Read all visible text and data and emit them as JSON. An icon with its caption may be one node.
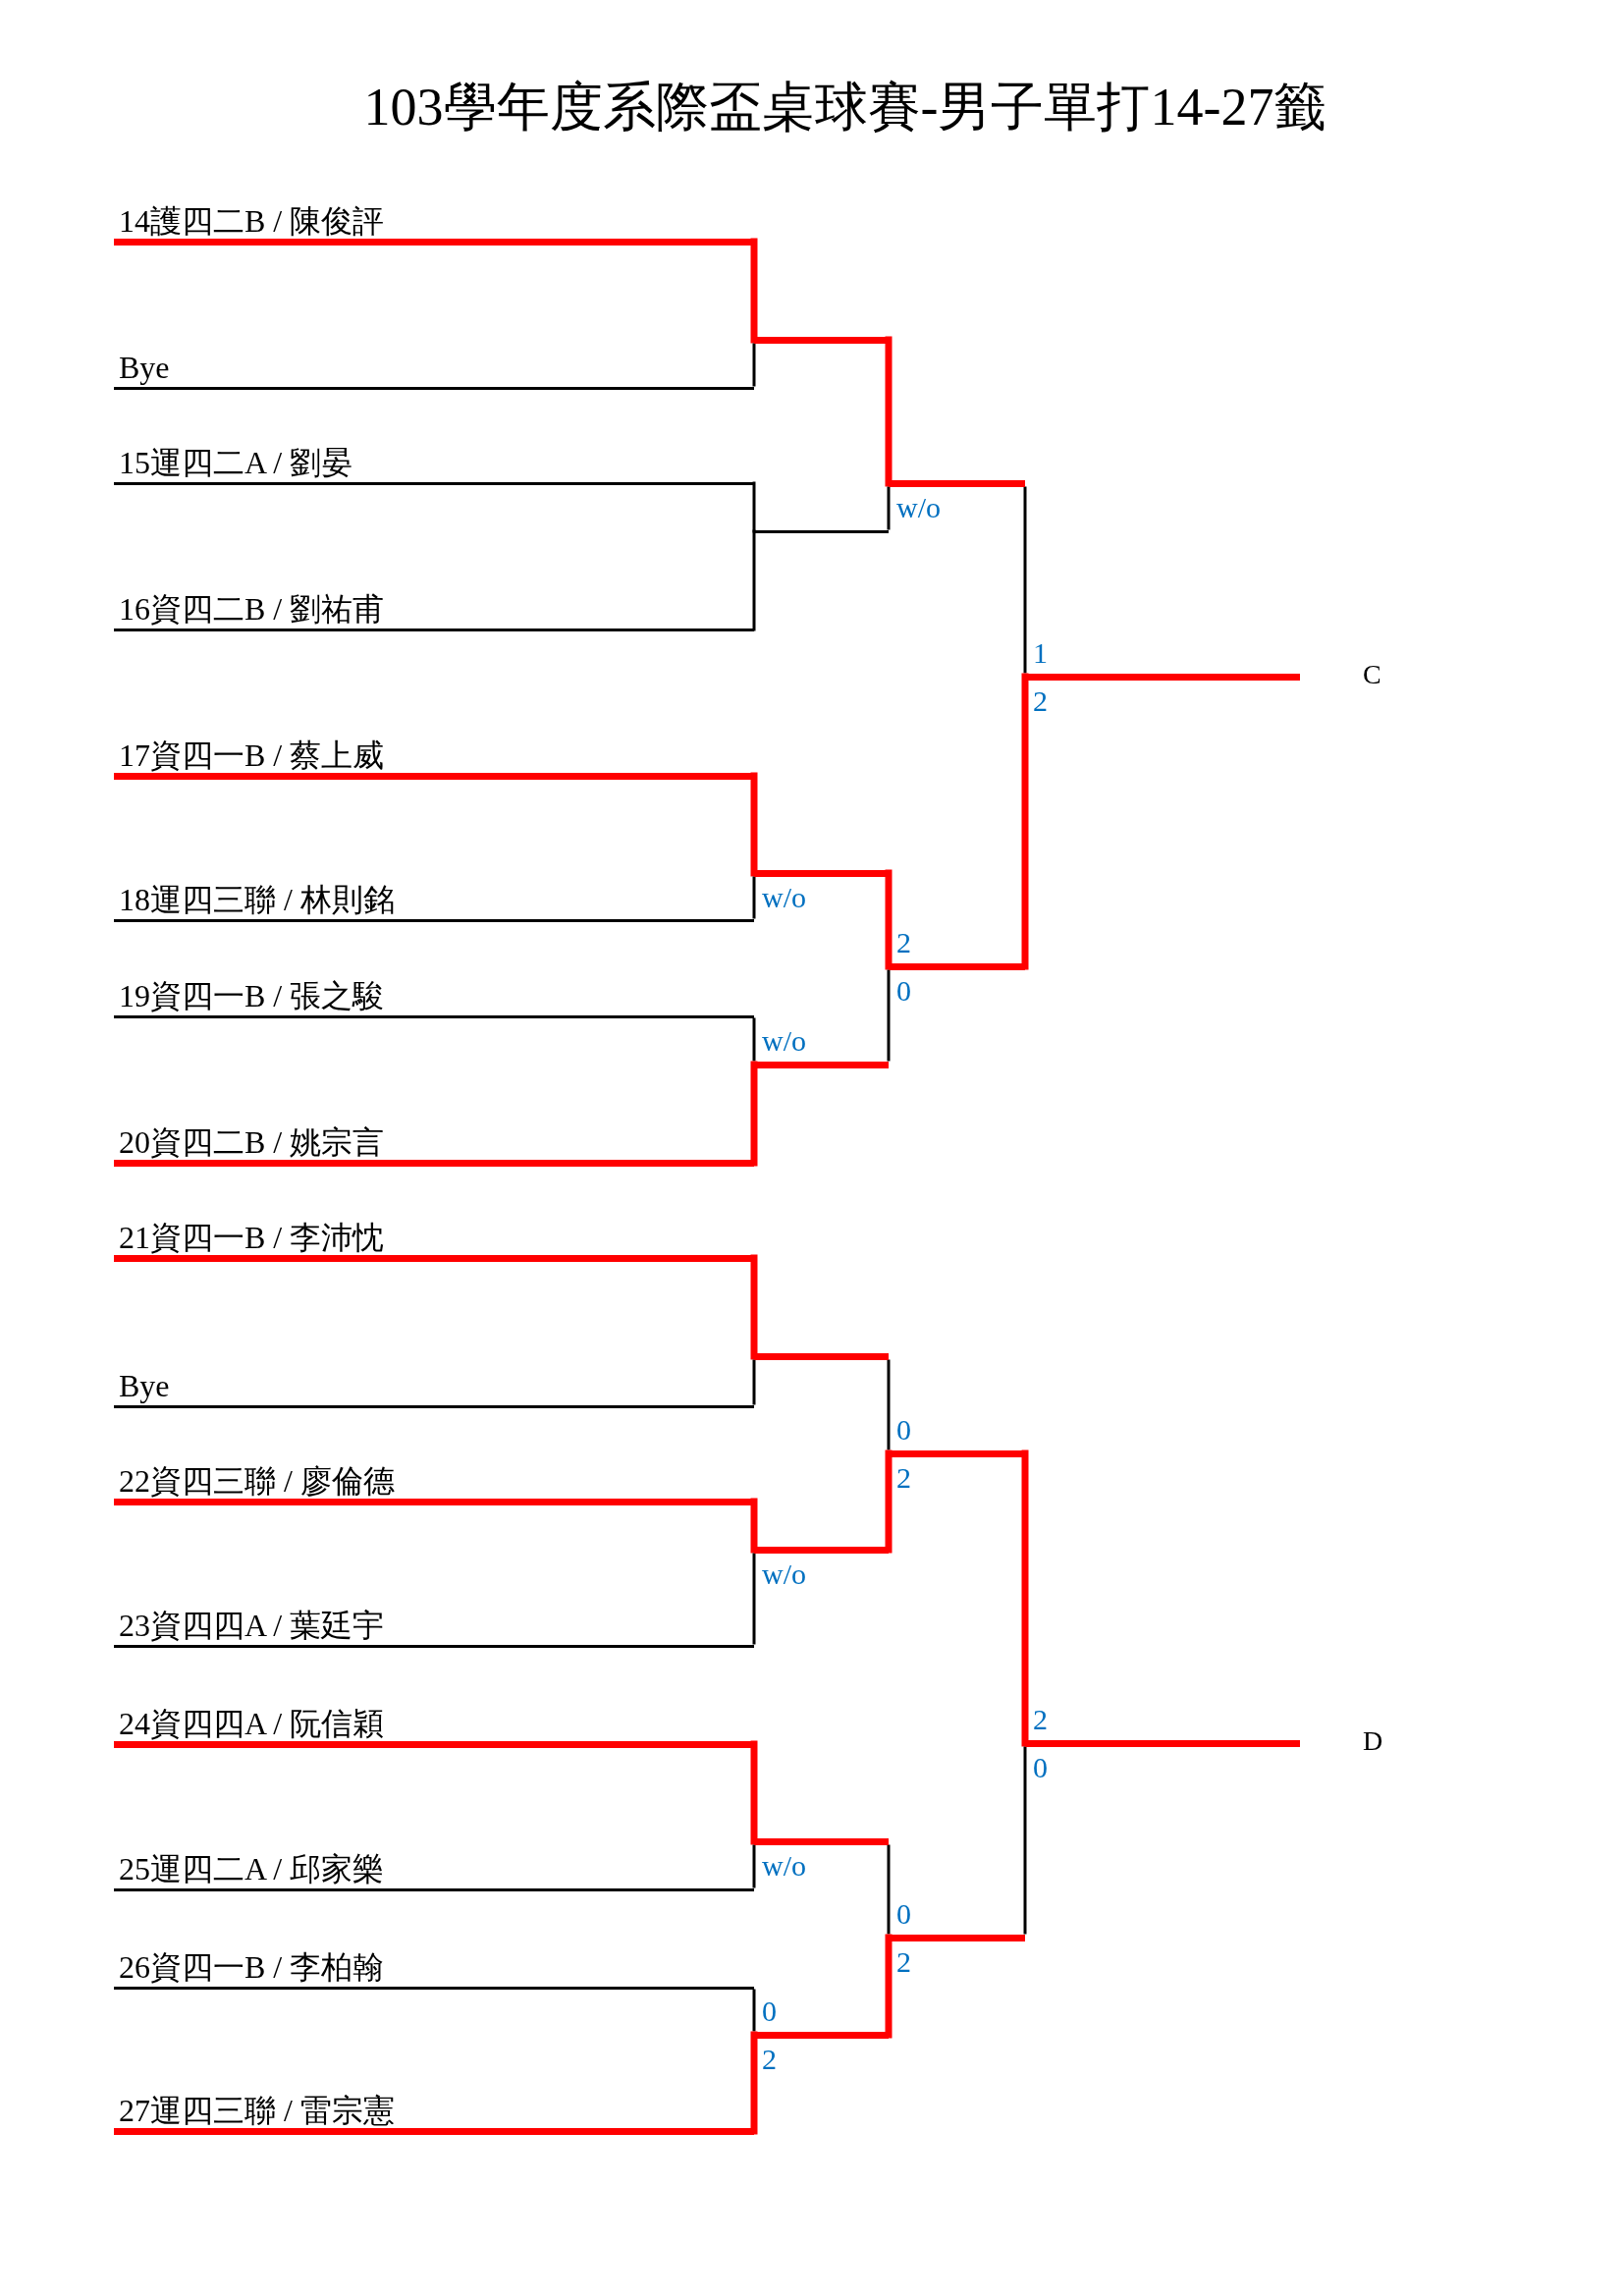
{
  "diagram": {
    "title": "103學年度系際盃桌球賽-男子單打14-27籤",
    "nodes": [
      {
        "text": [
          "14護四二B / 陳俊評"
        ]
      },
      {
        "text": [
          "Bye"
        ]
      },
      {
        "text": [
          "15運四二A / 劉晏"
        ]
      },
      {
        "text": [
          "16資四二B / 劉祐甫"
        ]
      },
      {
        "text": [
          "17資四一B / 蔡上威"
        ]
      },
      {
        "text": [
          "18運四三聯 / 林則銘"
        ]
      },
      {
        "text": [
          "19資四一B / 張之駿"
        ]
      },
      {
        "text": [
          "20資四二B / 姚宗言"
        ]
      },
      {
        "text": [
          "21資四一B / 李沛忱"
        ]
      },
      {
        "text": [
          "Bye"
        ]
      },
      {
        "text": [
          "22資四三聯 / 廖倫德"
        ]
      },
      {
        "text": [
          "23資四四A / 葉廷宇"
        ]
      },
      {
        "text": [
          "24資四四A / 阮信穎"
        ]
      },
      {
        "text": [
          "25運四二A / 邱家樂"
        ]
      },
      {
        "text": [
          "26資四一B / 李柏翰"
        ]
      },
      {
        "text": [
          "27運四三聯 / 雷宗憲"
        ]
      },
      {
        "text": [],
        "shape": "bar"
      },
      {
        "text": [],
        "shape": "bar"
      },
      {
        "text": [],
        "shape": "bar"
      },
      {
        "text": [],
        "shape": "bar"
      },
      {
        "text": [],
        "shape": "bar"
      },
      {
        "text": [],
        "shape": "bar"
      },
      {
        "text": [],
        "shape": "bar"
      },
      {
        "text": [],
        "shape": "bar"
      },
      {
        "text": [],
        "shape": "bar"
      },
      {
        "text": [],
        "shape": "bar"
      },
      {
        "text": [],
        "shape": "bar"
      },
      {
        "text": [],
        "shape": "bar"
      },
      {
        "text": [],
        "shape": "bar",
        "beside": [
          "C"
        ]
      },
      {
        "text": [],
        "shape": "bar",
        "beside": [
          "D"
        ]
      }
    ],
    "edges": [
      {
        "from": 0,
        "to": 16,
        "arrow": "none",
        "style": "thick",
        "color": "#ff0000"
      },
      {
        "from": 1,
        "to": 16,
        "arrow": "none"
      },
      {
        "from": 2,
        "to": 17,
        "arrow": "none"
      },
      {
        "from": 3,
        "to": 17,
        "arrow": "none"
      },
      {
        "from": 4,
        "to": 18,
        "arrow": "none",
        "style": "thick",
        "color": "#ff0000"
      },
      {
        "from": 5,
        "to": 18,
        "arrow": "none",
        "label": "w/o"
      },
      {
        "from": 6,
        "to": 19,
        "arrow": "none",
        "label": "w/o"
      },
      {
        "from": 7,
        "to": 19,
        "arrow": "none",
        "style": "thick",
        "color": "#ff0000"
      },
      {
        "from": 8,
        "to": 20,
        "arrow": "none",
        "style": "thick",
        "color": "#ff0000"
      },
      {
        "from": 9,
        "to": 20,
        "arrow": "none"
      },
      {
        "from": 10,
        "to": 21,
        "arrow": "none",
        "style": "thick",
        "color": "#ff0000"
      },
      {
        "from": 11,
        "to": 21,
        "arrow": "none",
        "label": "w/o"
      },
      {
        "from": 12,
        "to": 22,
        "arrow": "none",
        "style": "thick",
        "color": "#ff0000"
      },
      {
        "from": 13,
        "to": 22,
        "arrow": "none",
        "label": "w/o"
      },
      {
        "from": 14,
        "to": 23,
        "arrow": "none",
        "label": "0"
      },
      {
        "from": 15,
        "to": 23,
        "arrow": "none",
        "label": "2",
        "style": "thick",
        "color": "#ff0000"
      },
      {
        "from": 16,
        "to": 24,
        "arrow": "none",
        "style": "thick",
        "color": "#ff0000"
      },
      {
        "from": 17,
        "to": 24,
        "arrow": "none",
        "label": "w/o"
      },
      {
        "from": 18,
        "to": 25,
        "arrow": "none",
        "label": "2",
        "style": "thick",
        "color": "#ff0000"
      },
      {
        "from": 19,
        "to": 25,
        "arrow": "none",
        "label": "0"
      },
      {
        "from": 20,
        "to": 26,
        "arrow": "none",
        "label": "0"
      },
      {
        "from": 21,
        "to": 26,
        "arrow": "none",
        "label": "2",
        "style": "thick",
        "color": "#ff0000"
      },
      {
        "from": 22,
        "to": 27,
        "arrow": "none",
        "label": "0"
      },
      {
        "from": 23,
        "to": 27,
        "arrow": "none",
        "label": "2",
        "style": "thick",
        "color": "#ff0000"
      },
      {
        "from": 24,
        "to": 28,
        "arrow": "none",
        "label": "1"
      },
      {
        "from": 25,
        "to": 28,
        "arrow": "none",
        "label": "2",
        "style": "thick",
        "color": "#ff0000"
      },
      {
        "from": 26,
        "to": 29,
        "arrow": "none",
        "label": "2",
        "style": "thick",
        "color": "#ff0000"
      },
      {
        "from": 27,
        "to": 29,
        "arrow": "none",
        "label": "0"
      }
    ]
  }
}
